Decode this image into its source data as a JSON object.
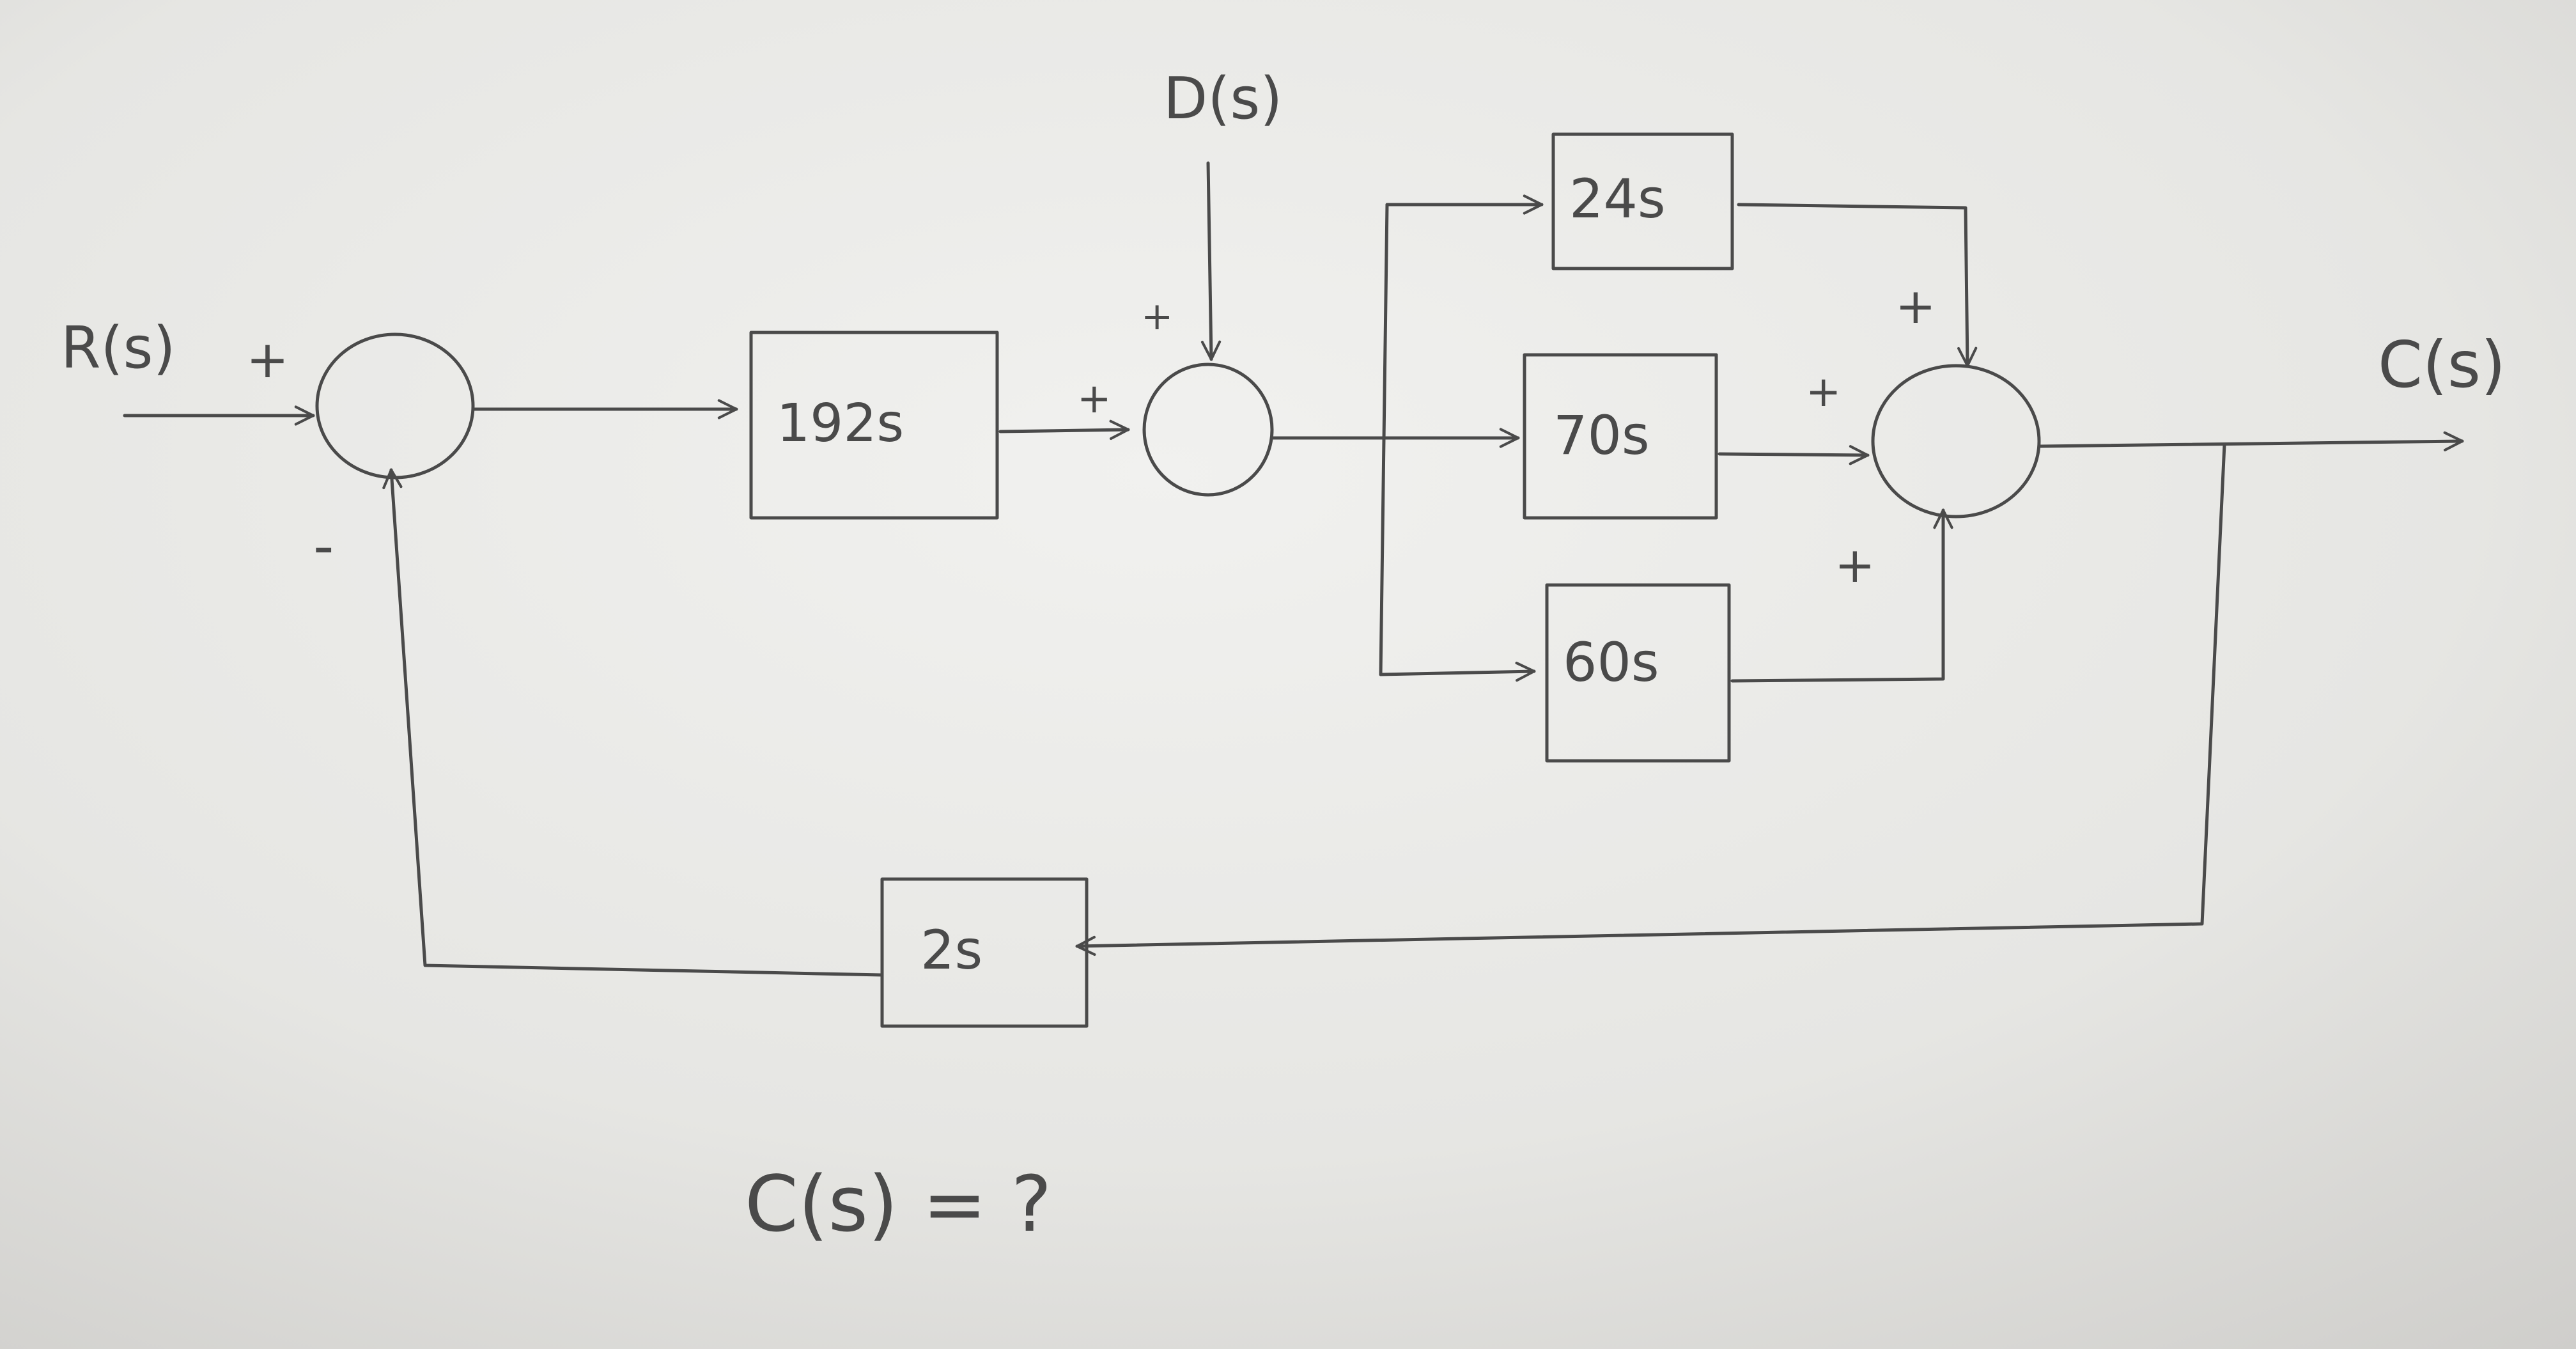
{
  "diagram": {
    "blocks": {
      "b192": "192s",
      "b24": "24s",
      "b70": "70s",
      "b60": "60s",
      "b2": "2s"
    },
    "signals": {
      "input": "R(s)",
      "disturbance": "D(s)",
      "output": "C(s)"
    },
    "signs": {
      "sum1_top": "+",
      "sum1_bottom": "-",
      "sum2_left": "+",
      "sum2_top": "+",
      "sum3_top": "+",
      "sum3_left": "+",
      "sum3_bottom": "+"
    },
    "question": "C(s) = ?"
  },
  "colors": {
    "paper": "#e9e9e7",
    "ink": "#4a4a4a"
  }
}
